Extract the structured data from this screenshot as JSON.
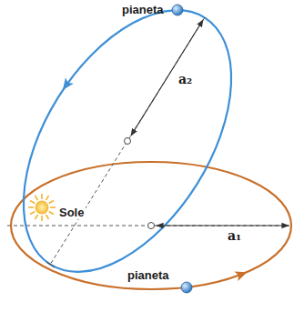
{
  "diagram": {
    "labels": [
      "pianeta",
      "a₂",
      "Sole",
      "a₁",
      "pianeta"
    ]
  }
}
